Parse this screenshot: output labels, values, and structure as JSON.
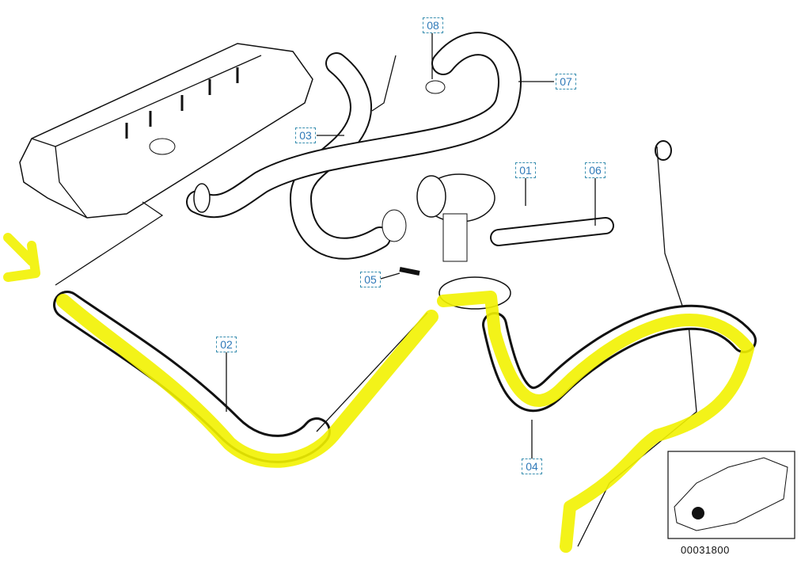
{
  "diagram": {
    "callouts": [
      {
        "id": "part-08",
        "label": "08"
      },
      {
        "id": "part-07",
        "label": "07"
      },
      {
        "id": "part-03",
        "label": "03"
      },
      {
        "id": "part-01",
        "label": "01"
      },
      {
        "id": "part-06",
        "label": "06"
      },
      {
        "id": "part-05",
        "label": "05"
      },
      {
        "id": "part-02",
        "label": "02"
      },
      {
        "id": "part-04",
        "label": "04"
      }
    ],
    "reference_number": "00031800",
    "colors": {
      "callout_text": "#2f79b8",
      "callout_border": "#3a8fb0",
      "highlight": "#f2f200"
    }
  }
}
